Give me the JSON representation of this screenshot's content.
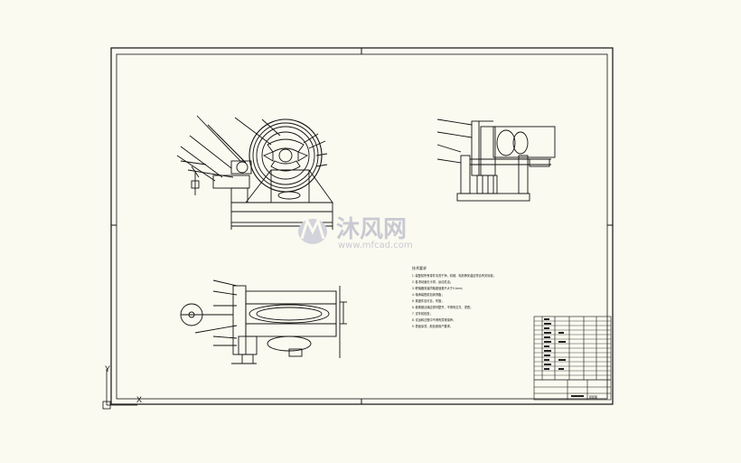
{
  "sheet": {
    "background": "#fbfaf0",
    "line_color": "#111111",
    "notes_title": "技术要求",
    "notes_lines": [
      "1. 装配前所有零件清洗干净，机械、电机等安装应符合有关标准；",
      "2. 各滑动面无卡滞，运动灵活；",
      "3. 联轴器安装同轴度误差不大于0.1mm；",
      "4. 轴承装配前加润滑脂；",
      "5. 紧固件应可靠，牢固；",
      "6. 卷筒钢丝绳应排列整齐，不得有交叉、重叠；",
      "7. 试车前检查；",
      "8. 试运转过程中不得有异常噪声；",
      "9. 表面涂漆，颜色按用户要求。"
    ],
    "title_block_label": "装配图"
  },
  "watermark": {
    "brand_cn": "沐风网",
    "url": "www.mfcad.com",
    "color": "#c9c9d3"
  },
  "ucs": {
    "y_label": "Y",
    "x_label": "X"
  }
}
